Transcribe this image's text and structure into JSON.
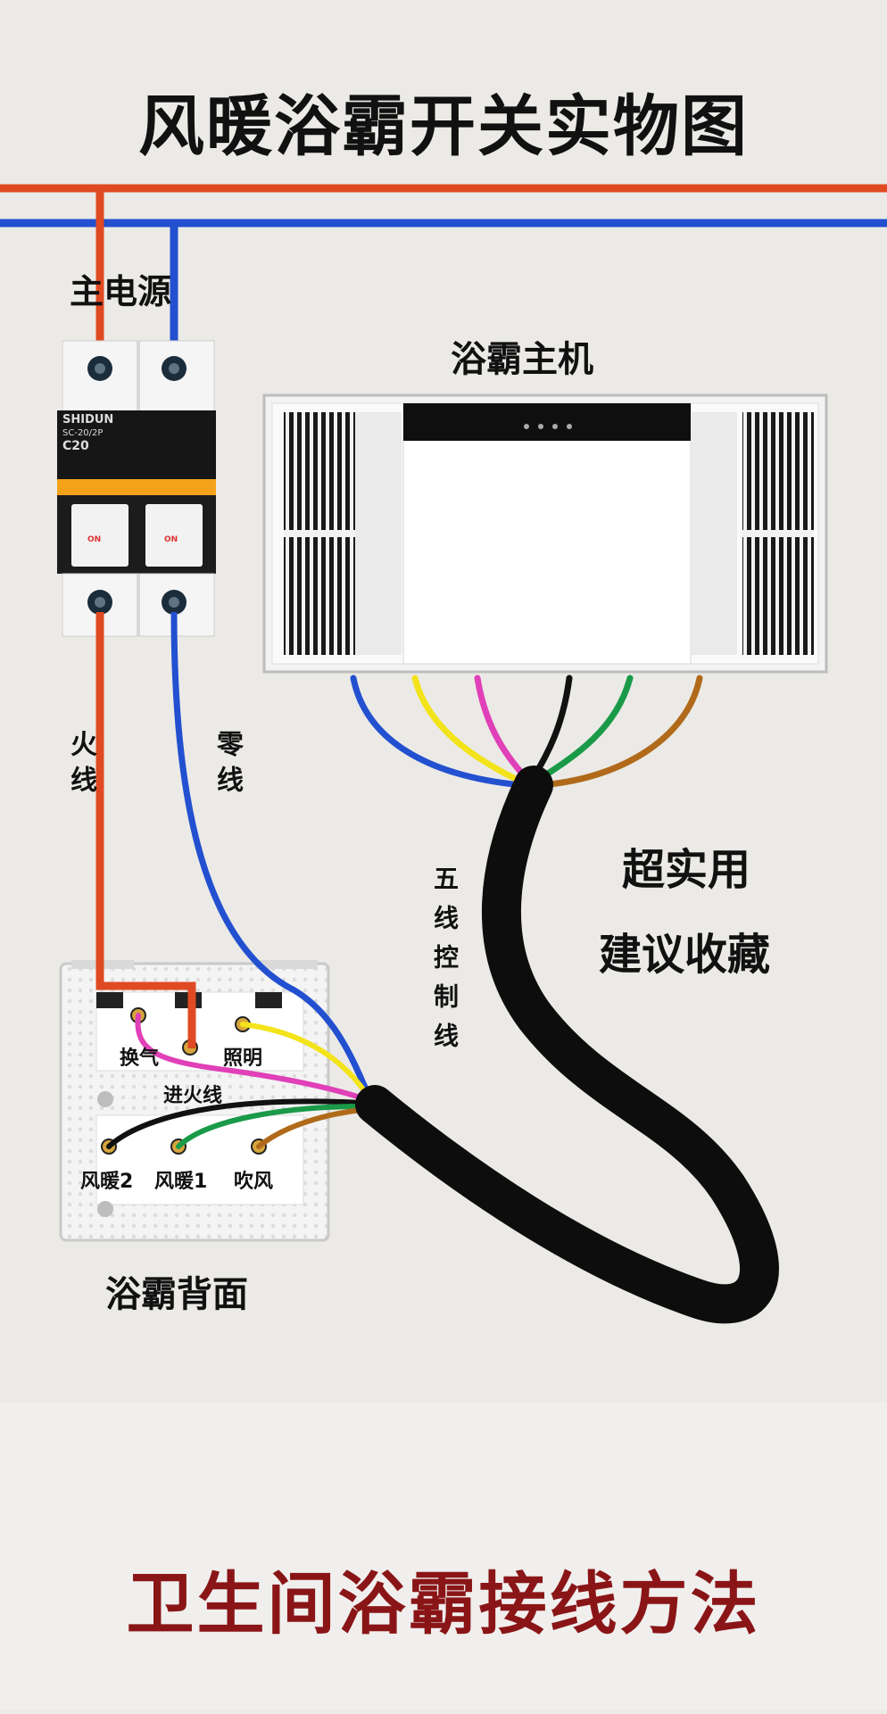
{
  "title": "风暖浴霸开关实物图",
  "bottom_title": "卫生间浴霸接线方法",
  "labels": {
    "main_power": "主电源",
    "host": "浴霸主机",
    "live_wire": "火线",
    "neutral_wire": "零线",
    "five_wire_control": "五线控制线",
    "useful": "超实用",
    "collect": "建议收藏",
    "switch_back": "浴霸背面"
  },
  "breaker": {
    "brand": "SHIDUN",
    "model": "SC-20/2P",
    "rating": "C20",
    "on_text": "ON"
  },
  "switch_terminals": {
    "vent": "换气",
    "light": "照明",
    "live_in": "进火线",
    "heat2": "风暖2",
    "heat1": "风暖1",
    "blow": "吹风"
  },
  "colors": {
    "live": "#e04a22",
    "neutral": "#2250d0",
    "yellow": "#f3e31a",
    "pink": "#e040b8",
    "black": "#111111",
    "green": "#1a9a48",
    "brown": "#b06a1a",
    "cable": "#0d0d0d",
    "bottom_title": "#8a1517",
    "breaker_handle": "#f4a21a"
  }
}
